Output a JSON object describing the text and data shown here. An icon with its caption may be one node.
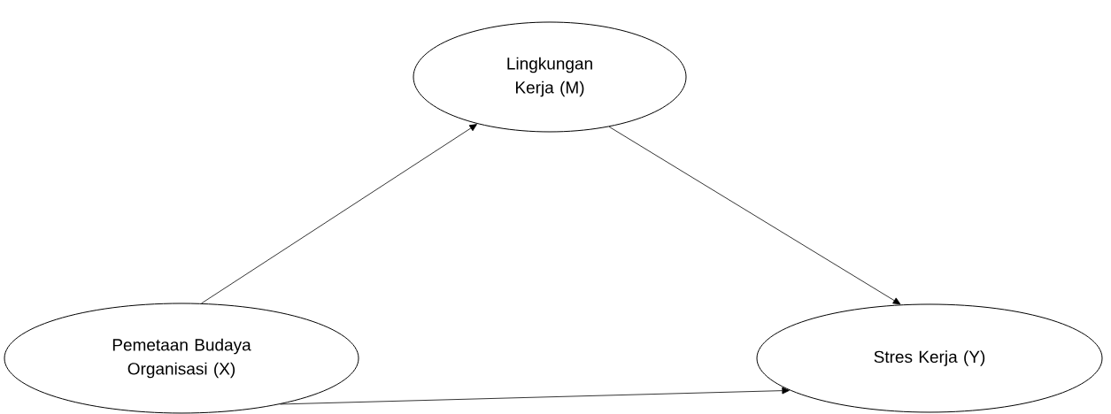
{
  "diagram": {
    "nodes": [
      {
        "text": [
          "Pemetaan Budaya Organisasi (X)"
        ]
      },
      {
        "text": [
          "Lingkungan Kerja (M)"
        ]
      },
      {
        "text": [
          "Stres Kerja (Y)"
        ]
      }
    ],
    "edges": [
      {
        "from": 0,
        "to": 1,
        "arrow": "to"
      },
      {
        "from": 1,
        "to": 2,
        "arrow": "to"
      },
      {
        "from": 0,
        "to": 2,
        "arrow": "to"
      }
    ]
  }
}
